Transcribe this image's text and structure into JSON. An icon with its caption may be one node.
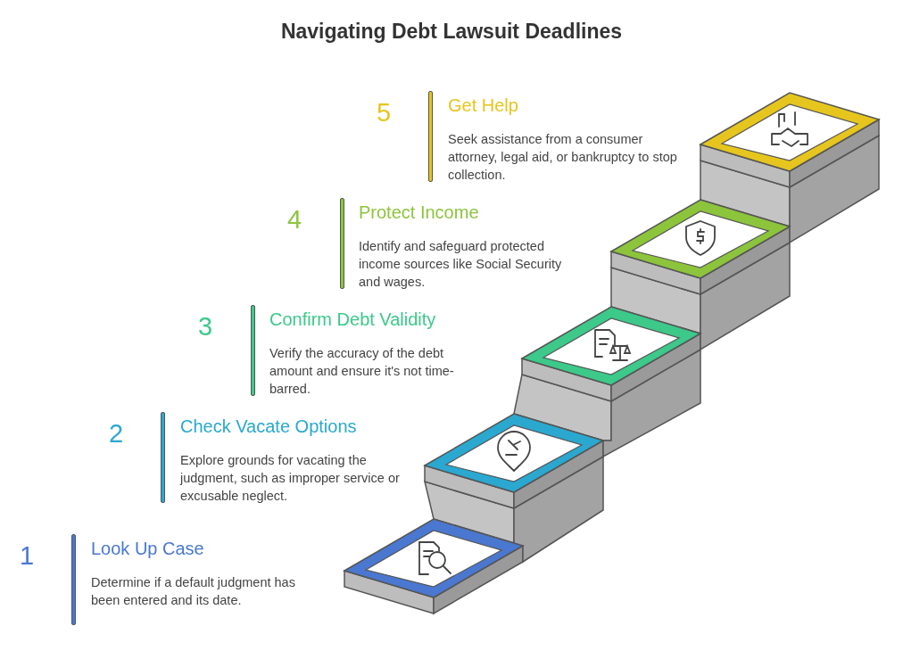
{
  "diagram": {
    "title": "Navigating Debt Lawsuit Deadlines",
    "labels": [
      "5",
      "Get Help",
      "Seek assistance from a consumer attorney, legal aid, or bankruptcy to stop collection.",
      "4",
      "Protect Income",
      "Identify and safeguard protected income sources like Social Security and wages.",
      "3",
      "Confirm Debt Validity",
      "Verify the accuracy of the debt amount and ensure it's not time-barred.",
      "2",
      "Check Vacate Options",
      "Explore grounds for vacating the judgment, such as improper service or excusable neglect.",
      "1",
      "Look Up Case",
      "Determine if a default judgment has been entered and its date."
    ]
  }
}
